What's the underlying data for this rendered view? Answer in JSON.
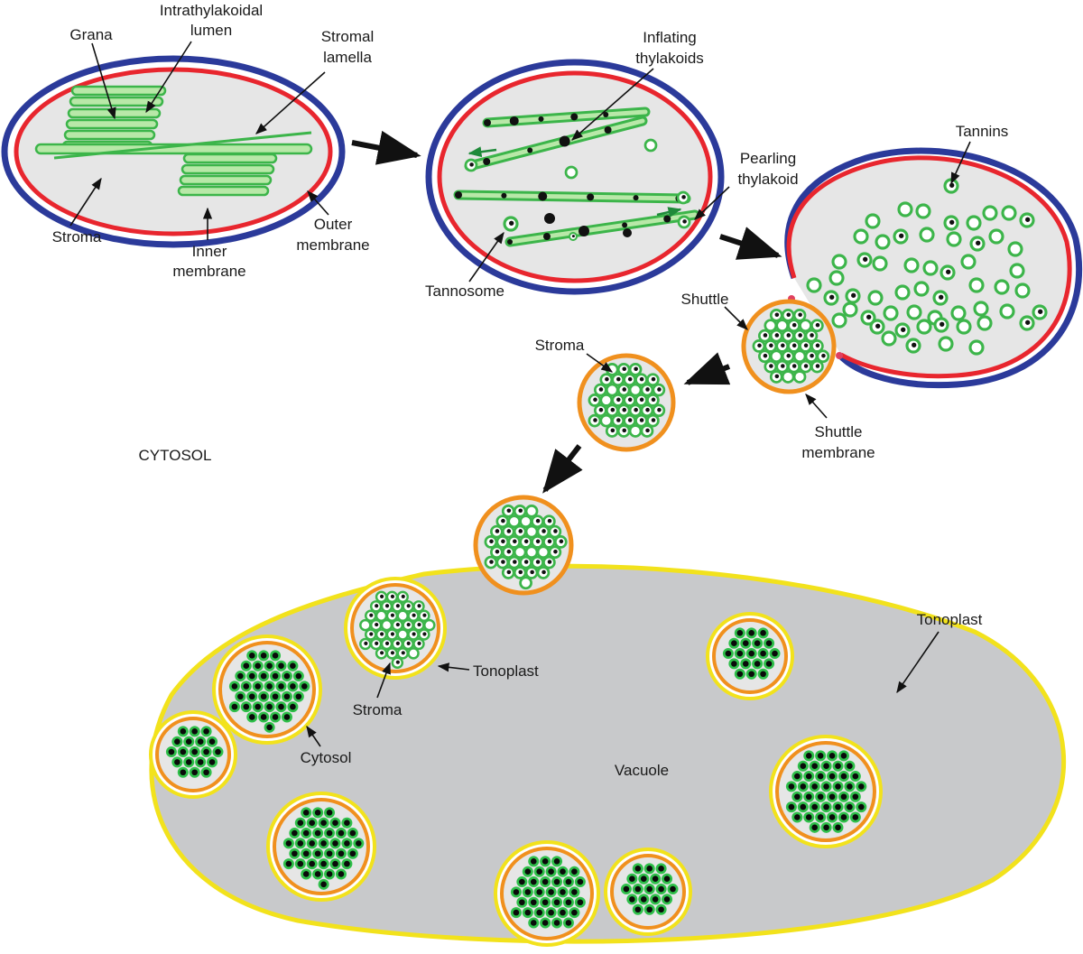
{
  "labels": {
    "grana": "Grana",
    "intrathylakoidal_line1": "Intrathylakoidal",
    "intrathylakoidal_line2": "lumen",
    "stromal_lamella_line1": "Stromal",
    "stromal_lamella_line2": "lamella",
    "stroma_chloroplast": "Stroma",
    "inner_membrane_line1": "Inner",
    "inner_membrane_line2": "membrane",
    "outer_membrane_line1": "Outer",
    "outer_membrane_line2": "membrane",
    "inflating_line1": "Inflating",
    "inflating_line2": "thylakoids",
    "pearling_line1": "Pearling",
    "pearling_line2": "thylakoid",
    "tannosome": "Tannosome",
    "tannins": "Tannins",
    "shuttle": "Shuttle",
    "shuttle_membrane_line1": "Shuttle",
    "shuttle_membrane_line2": "membrane",
    "stroma_shuttle": "Stroma",
    "cytosol_region": "CYTOSOL",
    "tonoplast_main": "Tonoplast",
    "tonoplast_vesicle": "Tonoplast",
    "stroma_vacuole": "Stroma",
    "cytosol_vesicle": "Cytosol",
    "vacuole": "Vacuole"
  },
  "colors": {
    "outer_membrane": "#2b3a9a",
    "inner_membrane": "#e8262e",
    "stroma_fill": "#e6e6e6",
    "thylakoid": "#3cb54a",
    "thylakoid_fill": "#b8e8a8",
    "tannin_dark": "#111111",
    "shuttle_membrane": "#f0901e",
    "tonoplast": "#f2e21c",
    "vacuole_fill": "#c8c9cb",
    "arrow": "#111111"
  }
}
